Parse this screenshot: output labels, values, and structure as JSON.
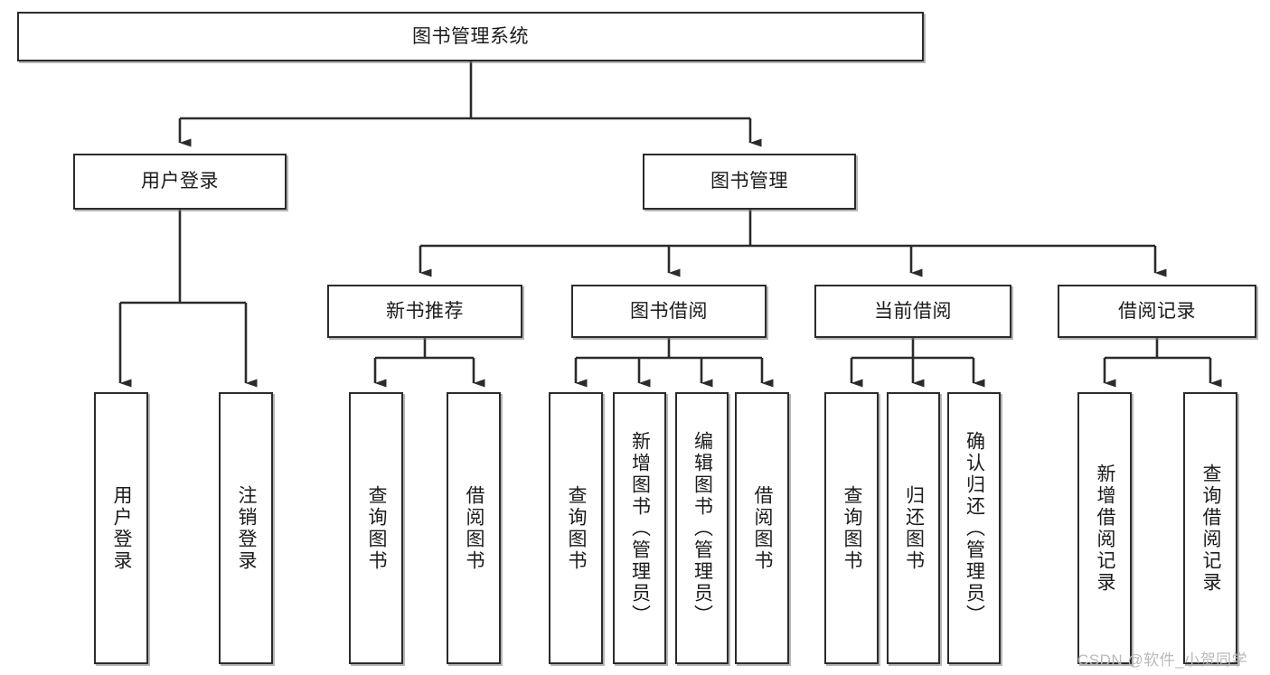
{
  "diagram": {
    "type": "tree",
    "title": "图书管理系统",
    "root": {
      "label": "图书管理系统"
    },
    "level2": [
      {
        "label": "用户登录"
      },
      {
        "label": "图书管理"
      }
    ],
    "level3": [
      {
        "label": "新书推荐"
      },
      {
        "label": "图书借阅"
      },
      {
        "label": "当前借阅"
      },
      {
        "label": "借阅记录"
      }
    ],
    "leaves": {
      "user_login": [
        {
          "label": "用户登录"
        },
        {
          "label": "注销登录"
        }
      ],
      "new_book_recommend": [
        {
          "label": "查询图书"
        },
        {
          "label": "借阅图书"
        }
      ],
      "book_borrow": [
        {
          "label": "查询图书"
        },
        {
          "label": "新增图书（管理员）"
        },
        {
          "label": "编辑图书（管理员）"
        },
        {
          "label": "借阅图书"
        }
      ],
      "current_borrow": [
        {
          "label": "查询图书"
        },
        {
          "label": "归还图书"
        },
        {
          "label": "确认归还（管理员）"
        }
      ],
      "borrow_record": [
        {
          "label": "新增借阅记录"
        },
        {
          "label": "查询借阅记录"
        }
      ]
    }
  },
  "watermark": {
    "text": "CSDN @软件_小贺同学"
  },
  "colors": {
    "border": "#2b2b2b",
    "background": "#ffffff",
    "text": "#1b1b1b",
    "connector": "#2b2b2b",
    "watermark": "#b9b9b9"
  }
}
